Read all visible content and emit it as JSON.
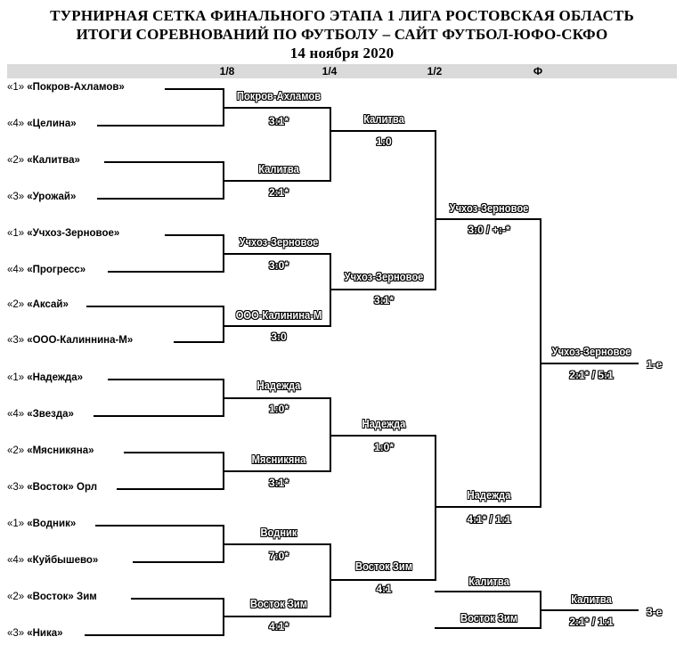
{
  "header": {
    "line1": "ТУРНИРНАЯ СЕТКА ФИНАЛЬНОГО ЭТАПА 1 ЛИГА РОСТОВСКАЯ ОБЛАСТЬ",
    "line2": "ИТОГИ СОРЕВНОВАНИЙ ПО ФУТБОЛУ  – САЙТ ФУТБОЛ-ЮФО-СКФО",
    "date": "14 ноября 2020"
  },
  "rounds": [
    "1/8",
    "1/4",
    "1/2",
    "Ф"
  ],
  "teams": [
    {
      "seed": "«1»",
      "name": "«Покров-Ахламов»"
    },
    {
      "seed": "«4»",
      "name": "«Целина»"
    },
    {
      "seed": "«2»",
      "name": "«Калитва»"
    },
    {
      "seed": "«3»",
      "name": "«Урожай»"
    },
    {
      "seed": "«1»",
      "name": "«Учхоз-Зерновое»"
    },
    {
      "seed": "«4»",
      "name": "«Прогресс»"
    },
    {
      "seed": "«2»",
      "name": "«Аксай»"
    },
    {
      "seed": "«3»",
      "name": "«ООО-Калиннина-М»"
    },
    {
      "seed": "«1»",
      "name": "«Надежда»"
    },
    {
      "seed": "«4»",
      "name": "«Звезда»"
    },
    {
      "seed": "«2»",
      "name": "«Мясникяна»"
    },
    {
      "seed": "«3»",
      "name": "«Восток» Орл"
    },
    {
      "seed": "«1»",
      "name": "«Водник»"
    },
    {
      "seed": "«4»",
      "name": "«Куйбышево»"
    },
    {
      "seed": "«2»",
      "name": "«Восток» Зим"
    },
    {
      "seed": "«3»",
      "name": "«Ника»"
    }
  ],
  "r16": [
    {
      "winner": "Покров-Ахламов",
      "score": "3:1*"
    },
    {
      "winner": "Калитва",
      "score": "2:1*"
    },
    {
      "winner": "Учхоз-Зерновое",
      "score": "3:0*"
    },
    {
      "winner": "ООО-Калинина-М",
      "score": "3:0"
    },
    {
      "winner": "Надежда",
      "score": "1:0*"
    },
    {
      "winner": "Мясникяна",
      "score": "3:1*"
    },
    {
      "winner": "Водник",
      "score": "7:0*"
    },
    {
      "winner": "Восток Зим",
      "score": "4:1*"
    }
  ],
  "qf": [
    {
      "winner": "Калитва",
      "score": "1:0"
    },
    {
      "winner": "Учхоз-Зерновое",
      "score": "3:1*"
    },
    {
      "winner": "Надежда",
      "score": "1:0*"
    },
    {
      "winner": "Восток Зим",
      "score": "4:1"
    }
  ],
  "sf": [
    {
      "winner": "Учхоз-Зерновое",
      "score": "3:0 / +:-*"
    },
    {
      "winner": "Надежда",
      "score": "4:1* / 1:1"
    }
  ],
  "final": {
    "winner": "Учхоз-Зерновое",
    "score": "2:1* / 5:1",
    "place": "1-е"
  },
  "third": {
    "team_a": "Калитва",
    "team_b": "Восток Зим",
    "winner": "Калитва",
    "score": "2:1* / 1:1",
    "place": "3-е"
  }
}
